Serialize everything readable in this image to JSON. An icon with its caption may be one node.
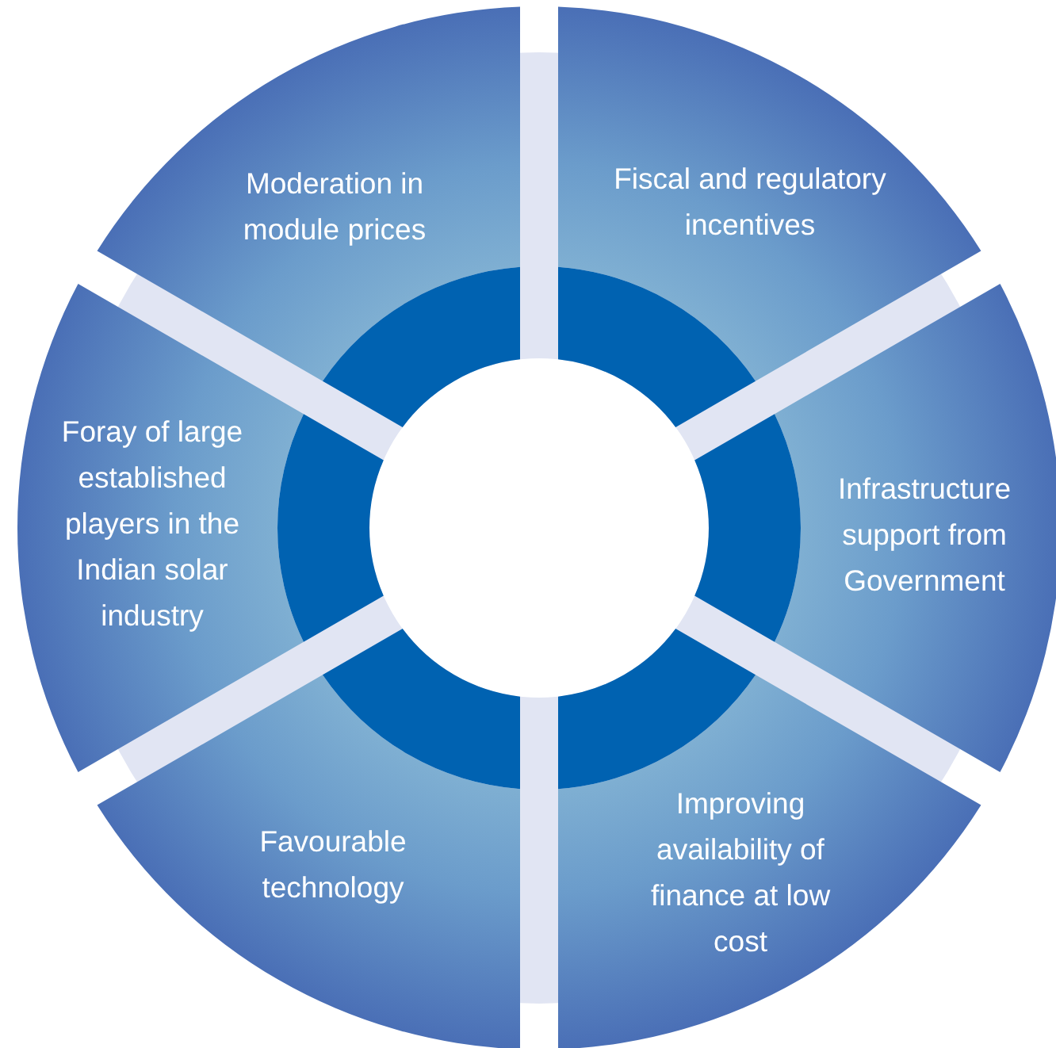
{
  "diagram": {
    "nodes": [
      {
        "text": [
          "Moderation in module prices"
        ]
      },
      {
        "text": [
          "Fiscal and regulatory incentives"
        ]
      },
      {
        "text": [
          "Foray of large established players in the Indian solar industry"
        ]
      },
      {
        "text": [
          "Infrastructure support from Government"
        ]
      },
      {
        "text": [
          "Favourable technology"
        ]
      },
      {
        "text": [
          "Improving availability of finance at low cost"
        ]
      }
    ]
  }
}
